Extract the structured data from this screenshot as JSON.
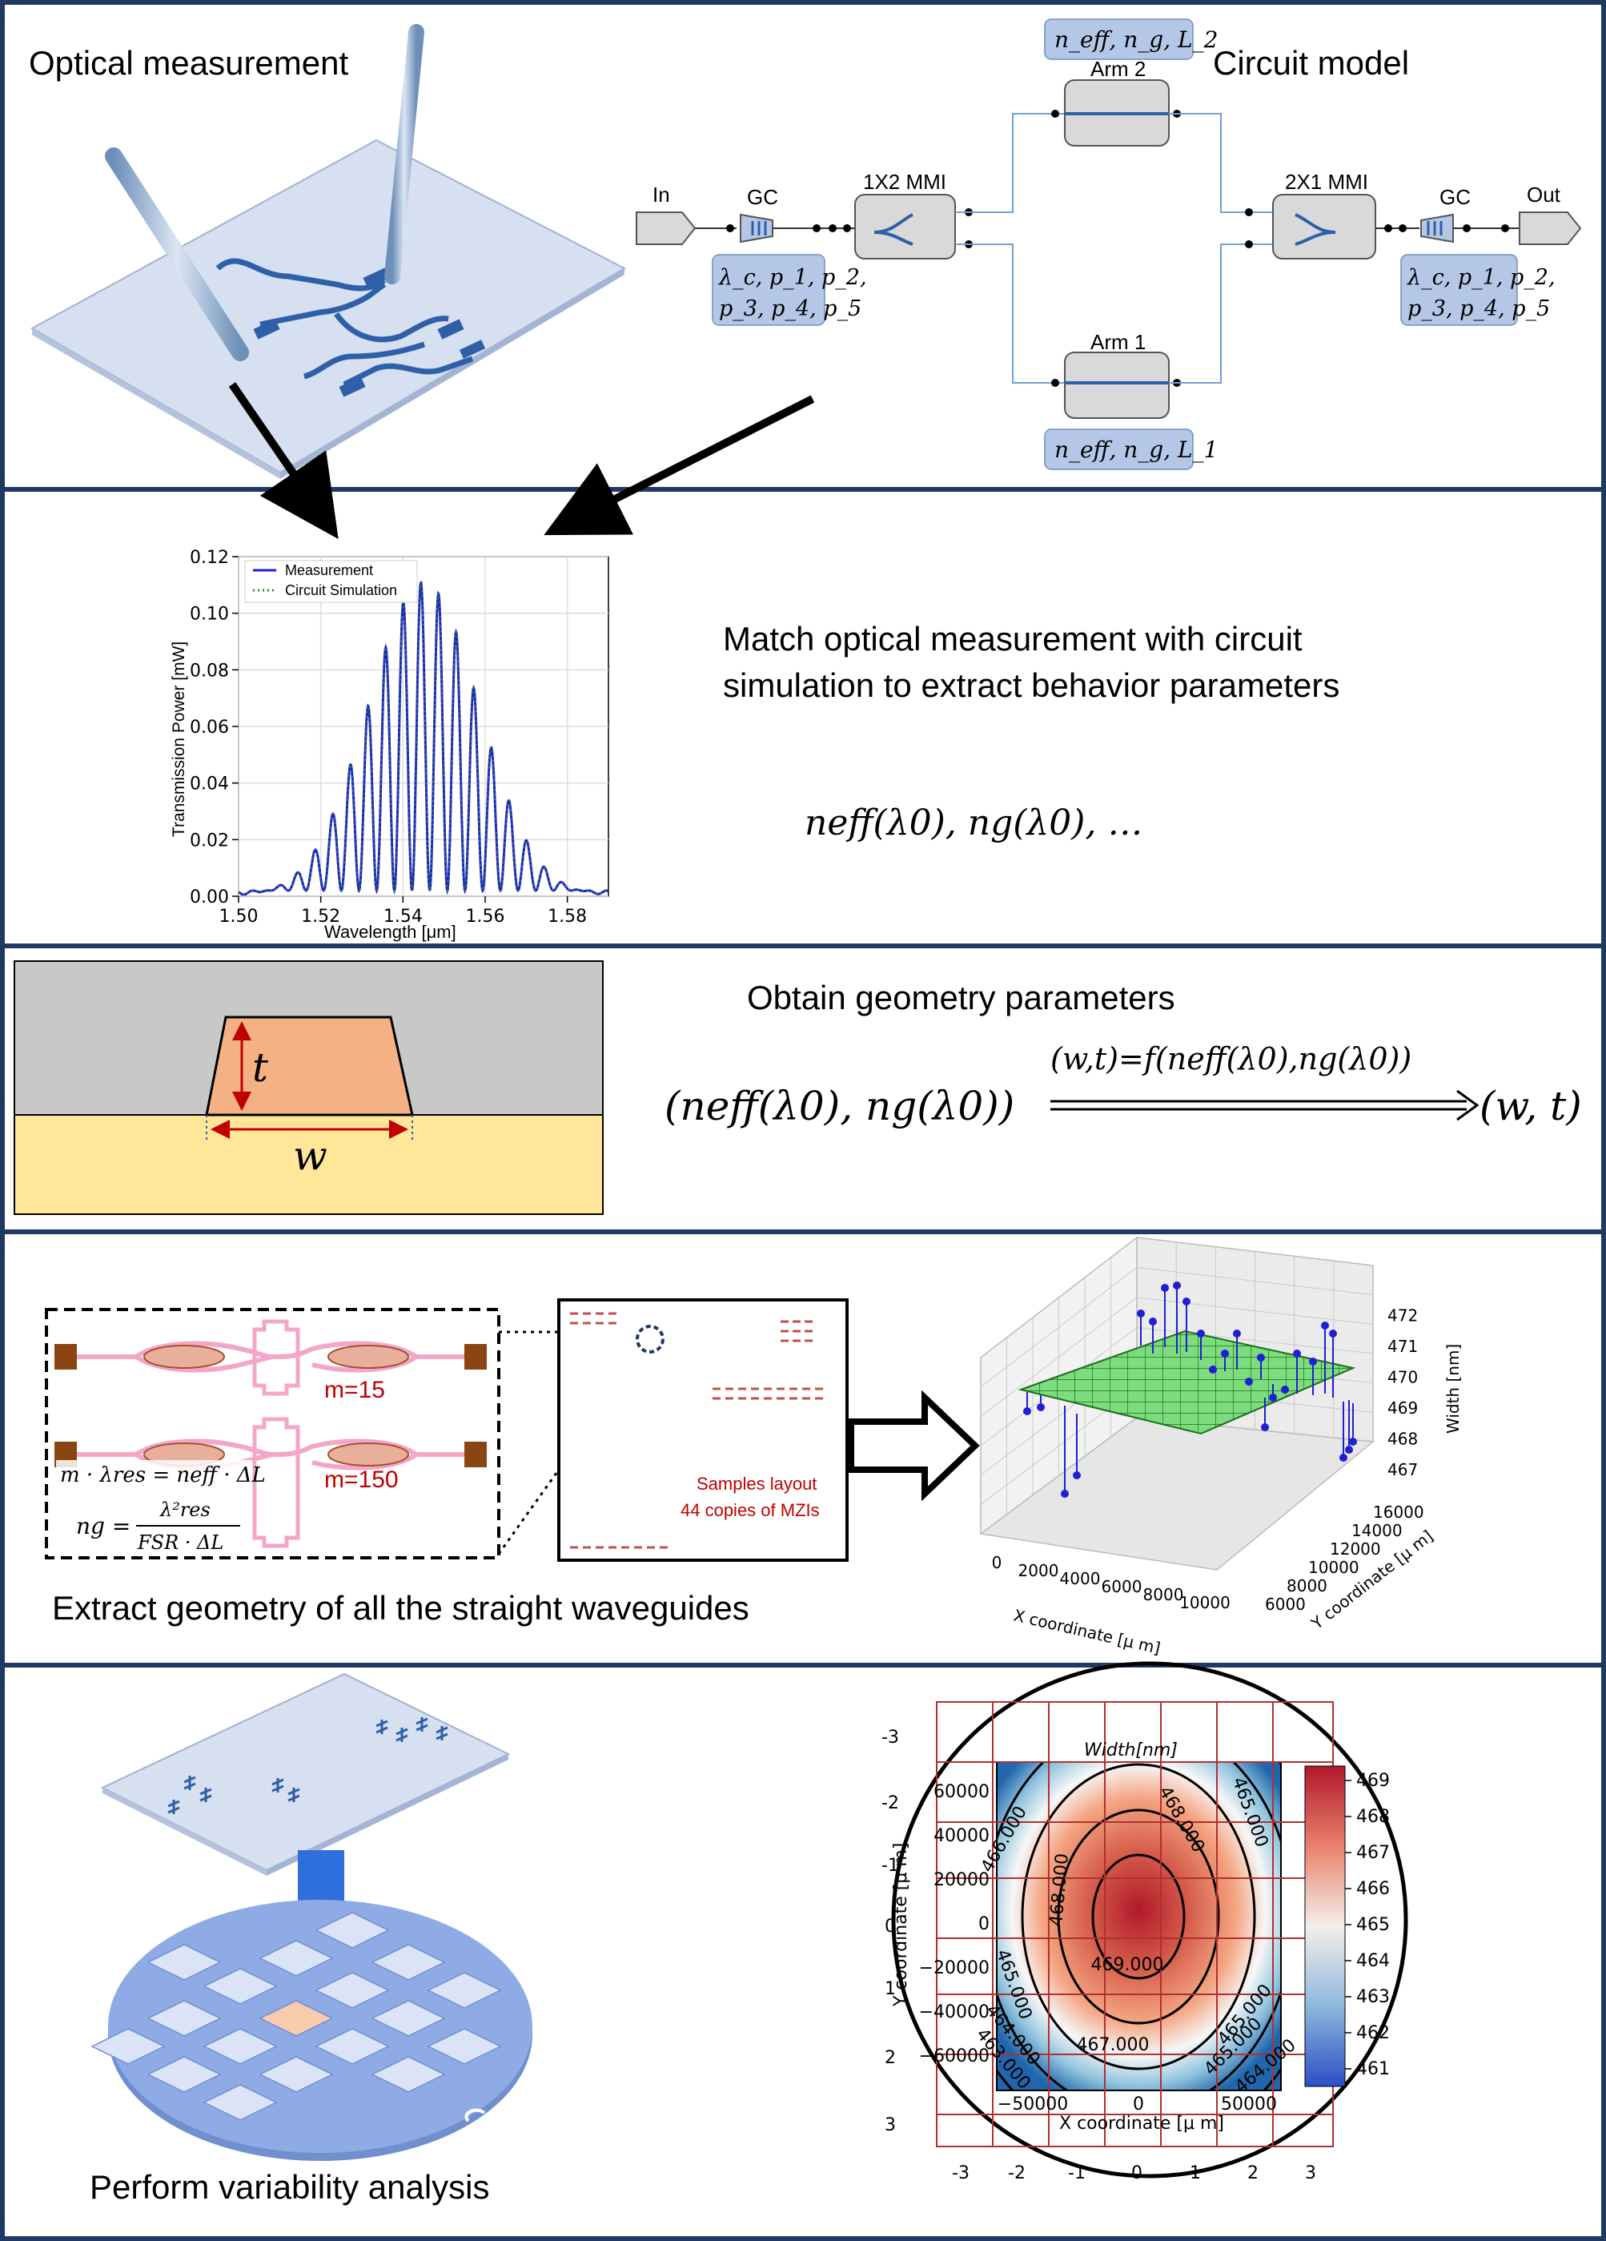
{
  "panel1": {
    "title": "Optical measurement",
    "circuit_title": "Circuit model",
    "labels": {
      "in": "In",
      "gc_left": "GC",
      "mmi_1x2": "1X2 MMI",
      "arm2": "Arm 2",
      "arm1": "Arm 1",
      "mmi_2x1": "2X1 MMI",
      "gc_right": "GC",
      "out": "Out"
    },
    "params": {
      "arm2": "n_eff, n_g, L_2",
      "arm1": "n_eff, n_g, L_1",
      "gc_left_line1": "λ_c, p_1, p_2,",
      "gc_left_line2": "p_3, p_4, p_5",
      "gc_right_line1": "λ_c, p_1, p_2,",
      "gc_right_line2": "p_3, p_4, p_5"
    }
  },
  "panel2": {
    "text_line1": "Match optical measurement with circuit",
    "text_line2": "simulation to extract behavior parameters",
    "formula": "neff(λ0), ng(λ0), …"
  },
  "chart_data": {
    "type": "line",
    "xlabel": "Wavelength [μm]",
    "ylabel": "Transmission Power [mW]",
    "xlim": [
      1.5,
      1.59
    ],
    "ylim": [
      0.0,
      0.12
    ],
    "x_ticks": [
      "1.50",
      "1.52",
      "1.54",
      "1.56",
      "1.58"
    ],
    "y_ticks": [
      "0.00",
      "0.02",
      "0.04",
      "0.06",
      "0.08",
      "0.10",
      "0.12"
    ],
    "grid": true,
    "legend_position": "upper-left",
    "model": {
      "center": 1.545,
      "sigma": 0.0135,
      "peak": 0.111,
      "fsr": 0.0043,
      "floor": 0.002
    },
    "series": [
      {
        "name": "Measurement",
        "color": "#1f1fd4",
        "style": "solid"
      },
      {
        "name": "Circuit Simulation",
        "color": "#2a8a2a",
        "style": "dotted"
      }
    ]
  },
  "panel3": {
    "title": "Obtain geometry parameters",
    "t_label": "t",
    "w_label": "w",
    "formula_left": "(neff(λ0), ng(λ0))",
    "formula_arrow_label": "(w,t)=f(neff(λ0),ng(λ0))",
    "formula_right": "(w, t)"
  },
  "panel4": {
    "caption": "Extract geometry of all the straight waveguides",
    "m15": "m=15",
    "m150": "m=150",
    "eq1": "m · λres = neff · ΔL",
    "eq2_lhs": "ng =",
    "eq2_num": "λ²res",
    "eq2_den": "FSR · ΔL",
    "layout_line1": "Samples layout",
    "layout_line2": "44 copies of MZIs",
    "plot3d": {
      "xlabel": "X coordinate [μ m]",
      "ylabel": "Y coordinate [μ m]",
      "zlabel": "Width [nm]",
      "x_ticks": [
        "0",
        "2000",
        "4000",
        "6000",
        "8000",
        "10000"
      ],
      "y_ticks": [
        "6000",
        "8000",
        "10000",
        "12000",
        "14000",
        "16000"
      ],
      "z_ticks": [
        "467",
        "468",
        "469",
        "470",
        "471",
        "472"
      ]
    }
  },
  "panel5": {
    "caption": "Perform variability analysis",
    "contour": {
      "title": "Width[nm]",
      "xlabel": "X coordinate [μ m]",
      "ylabel": "Y coordinate [μ m]",
      "x_ticks": [
        "−50000",
        "0",
        "50000"
      ],
      "y_ticks": [
        "60000",
        "40000",
        "20000",
        "0",
        "−20000",
        "−40000",
        "−60000"
      ],
      "grid_x_ticks": [
        "-3",
        "-2",
        "-1",
        "0",
        "1",
        "2",
        "3"
      ],
      "grid_y_ticks": [
        "-3",
        "-2",
        "-1",
        "0",
        "1",
        "2",
        "3"
      ],
      "colorbar_ticks": [
        "469",
        "468",
        "467",
        "466",
        "465",
        "464",
        "463",
        "462",
        "461"
      ],
      "contour_labels": [
        "469.000",
        "468.000",
        "467.000",
        "466.000",
        "465.000",
        "465.000",
        "465.000",
        "464.000",
        "464.000",
        "463.000",
        "465.000",
        "468.000"
      ],
      "colors": {
        "high": "#b2182b",
        "mid": "#f7f7f7",
        "low": "#2166ac"
      }
    }
  },
  "colors": {
    "border": "#1f3864",
    "waveguide": "#2e5fa8",
    "param_box": "#b4c7e7",
    "red_arrow": "#c00000"
  }
}
